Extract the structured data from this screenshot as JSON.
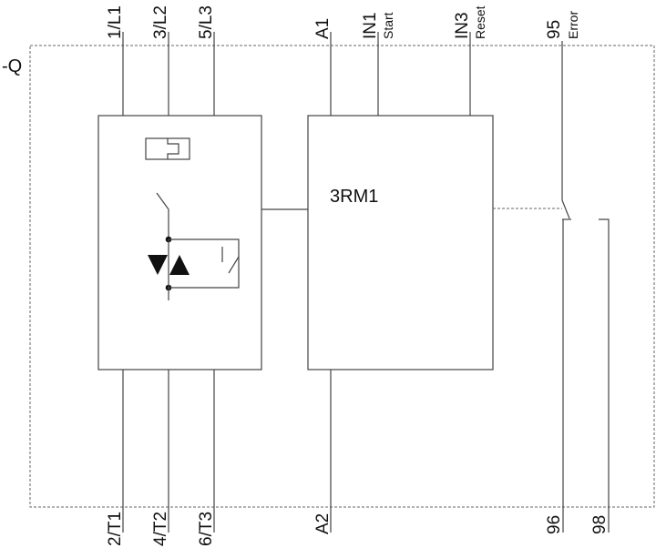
{
  "designation": "-Q",
  "module_name": "3RM1",
  "top_terminals": [
    "1/L1",
    "3/L2",
    "5/L3",
    "A1",
    "IN1",
    "IN3",
    "95"
  ],
  "bottom_terminals": [
    "2/T1",
    "4/T2",
    "6/T3",
    "A2",
    "96",
    "98"
  ],
  "sublabels": {
    "in1": "Start",
    "in3": "Reset",
    "t95": "Error"
  },
  "colors": {
    "line": "#444444",
    "text": "#111111",
    "frame": "#666666"
  }
}
